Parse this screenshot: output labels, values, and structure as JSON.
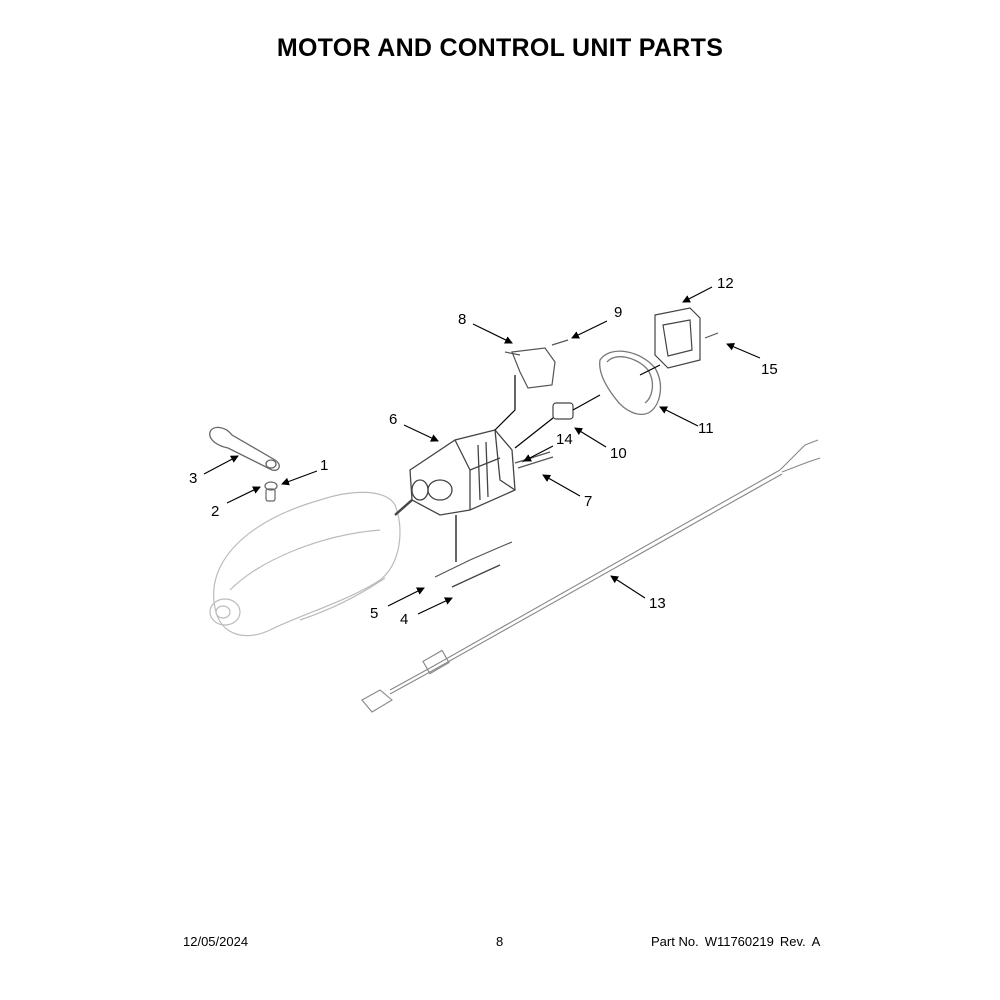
{
  "title": "MOTOR AND CONTROL UNIT PARTS",
  "callouts": [
    "1",
    "2",
    "3",
    "4",
    "5",
    "6",
    "7",
    "8",
    "9",
    "10",
    "11",
    "12",
    "13",
    "14",
    "15"
  ],
  "footer": {
    "date": "12/05/2024",
    "page": "8",
    "part_label": "Part No.",
    "part_number": "W11760219",
    "rev_label": "Rev.",
    "rev": "A"
  }
}
